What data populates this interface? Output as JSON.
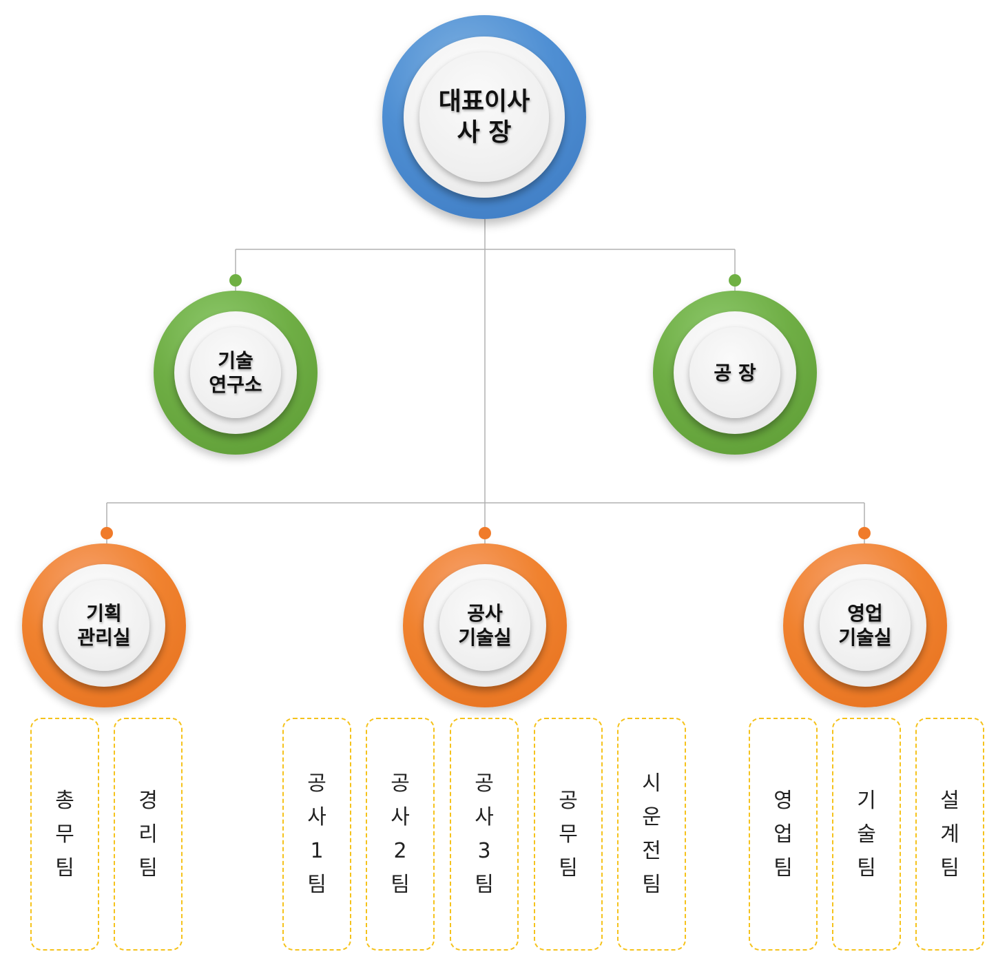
{
  "ceo": {
    "line1": "대표이사",
    "line2": "사 장"
  },
  "level2": [
    {
      "id": "lab",
      "lines": [
        "기술",
        "연구소"
      ]
    },
    {
      "id": "factory",
      "lines": [
        "공 장"
      ]
    }
  ],
  "level3": [
    {
      "id": "planning",
      "lines": [
        "기획",
        "관리실"
      ]
    },
    {
      "id": "construction",
      "lines": [
        "공사",
        "기술실"
      ]
    },
    {
      "id": "sales",
      "lines": [
        "영업",
        "기술실"
      ]
    }
  ],
  "teams": [
    {
      "id": "general-affairs",
      "chars": [
        "총",
        "무",
        "팀"
      ]
    },
    {
      "id": "accounting",
      "chars": [
        "경",
        "리",
        "팀"
      ]
    },
    {
      "id": "construction-1",
      "chars": [
        "공",
        "사",
        "1",
        "팀"
      ]
    },
    {
      "id": "construction-2",
      "chars": [
        "공",
        "사",
        "2",
        "팀"
      ]
    },
    {
      "id": "construction-3",
      "chars": [
        "공",
        "사",
        "3",
        "팀"
      ]
    },
    {
      "id": "construction-affairs",
      "chars": [
        "공",
        "무",
        "팀"
      ]
    },
    {
      "id": "trial-operation",
      "chars": [
        "시",
        "운",
        "전",
        "팀"
      ]
    },
    {
      "id": "sales-team",
      "chars": [
        "영",
        "업",
        "팀"
      ]
    },
    {
      "id": "technical",
      "chars": [
        "기",
        "술",
        "팀"
      ]
    },
    {
      "id": "design",
      "chars": [
        "설",
        "계",
        "팀"
      ]
    }
  ],
  "colors": {
    "ceo_ring": "#4f8fd3",
    "level2_ring": "#6fae45",
    "level3_ring": "#f0822f",
    "team_border": "#f5c21b",
    "connector": "#b0b0b0"
  }
}
